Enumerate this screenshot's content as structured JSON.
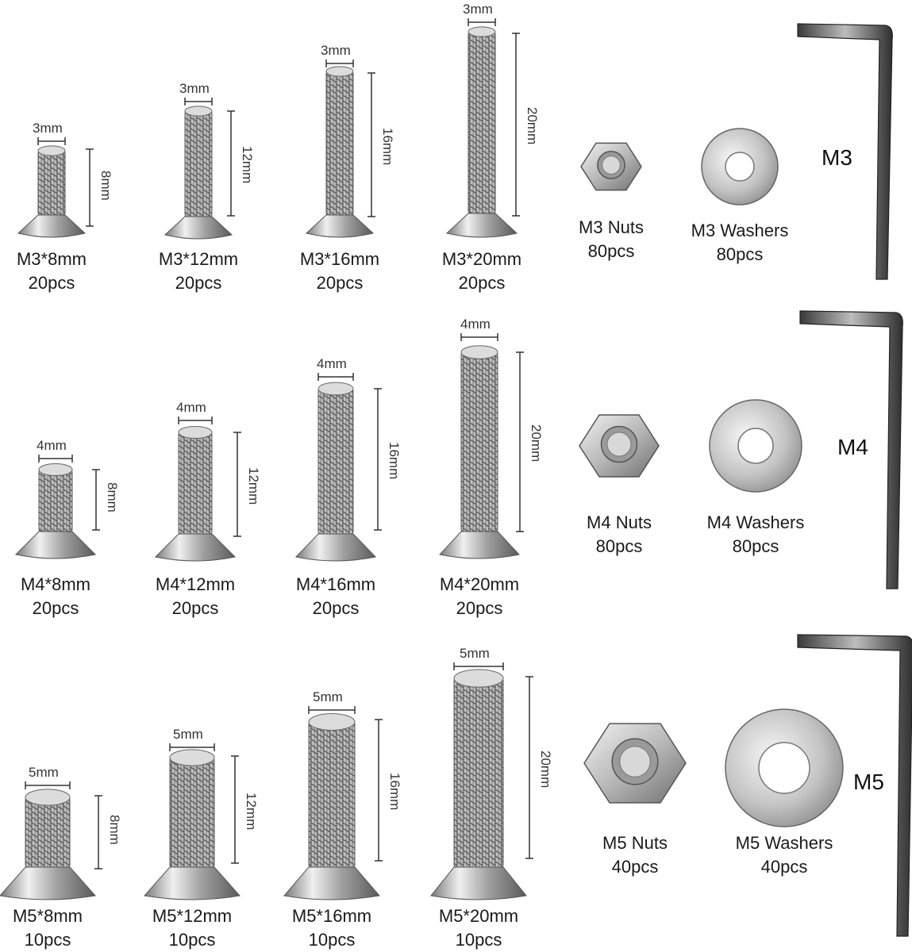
{
  "groups": [
    {
      "size": "M3",
      "screws": [
        {
          "name": "M3*8mm",
          "qty": "20pcs",
          "diameter": "3mm",
          "length": "8mm"
        },
        {
          "name": "M3*12mm",
          "qty": "20pcs",
          "diameter": "3mm",
          "length": "12mm"
        },
        {
          "name": "M3*16mm",
          "qty": "20pcs",
          "diameter": "3mm",
          "length": "16mm"
        },
        {
          "name": "M3*20mm",
          "qty": "20pcs",
          "diameter": "3mm",
          "length": "20mm"
        }
      ],
      "nuts": {
        "name": "M3 Nuts",
        "qty": "80pcs"
      },
      "washers": {
        "name": "M3 Washers",
        "qty": "80pcs"
      }
    },
    {
      "size": "M4",
      "screws": [
        {
          "name": "M4*8mm",
          "qty": "20pcs",
          "diameter": "4mm",
          "length": "8mm"
        },
        {
          "name": "M4*12mm",
          "qty": "20pcs",
          "diameter": "4mm",
          "length": "12mm"
        },
        {
          "name": "M4*16mm",
          "qty": "20pcs",
          "diameter": "4mm",
          "length": "16mm"
        },
        {
          "name": "M4*20mm",
          "qty": "20pcs",
          "diameter": "4mm",
          "length": "20mm"
        }
      ],
      "nuts": {
        "name": "M4 Nuts",
        "qty": "80pcs"
      },
      "washers": {
        "name": "M4 Washers",
        "qty": "80pcs"
      }
    },
    {
      "size": "M5",
      "screws": [
        {
          "name": "M5*8mm",
          "qty": "10pcs",
          "diameter": "5mm",
          "length": "8mm"
        },
        {
          "name": "M5*12mm",
          "qty": "10pcs",
          "diameter": "5mm",
          "length": "12mm"
        },
        {
          "name": "M5*16mm",
          "qty": "10pcs",
          "diameter": "5mm",
          "length": "16mm"
        },
        {
          "name": "M5*20mm",
          "qty": "10pcs",
          "diameter": "5mm",
          "length": "20mm"
        }
      ],
      "nuts": {
        "name": "M5 Nuts",
        "qty": "40pcs"
      },
      "washers": {
        "name": "M5 Washers",
        "qty": "40pcs"
      }
    }
  ]
}
